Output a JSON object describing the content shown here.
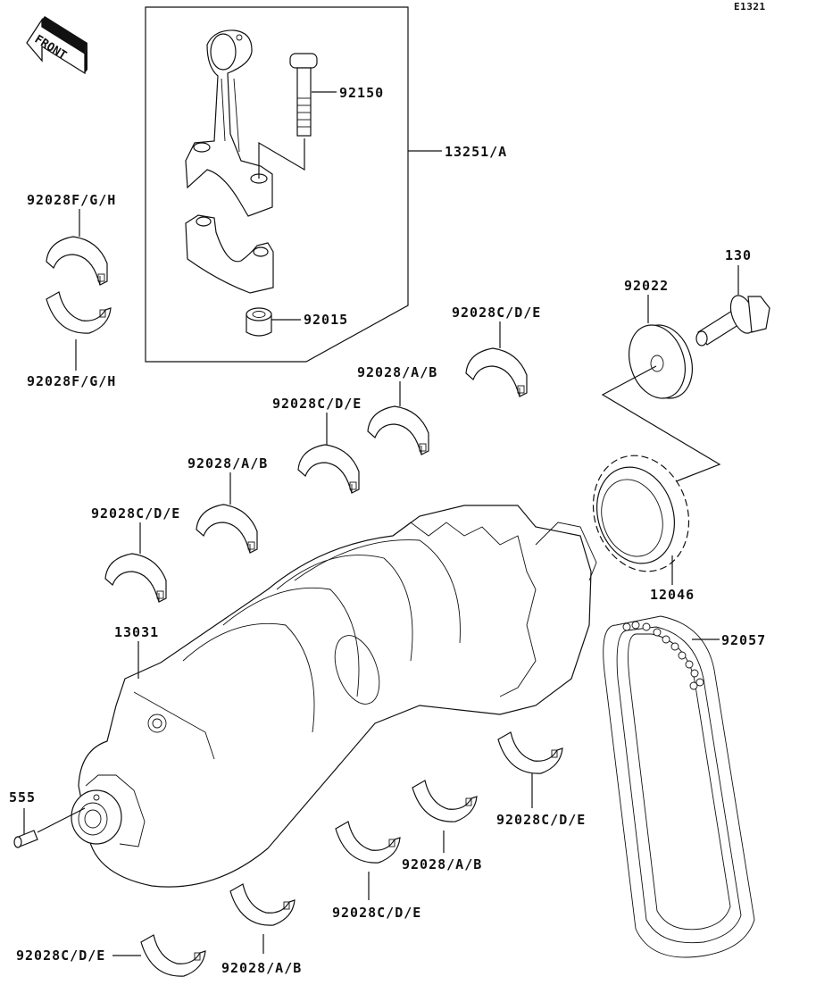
{
  "diagram": {
    "code": "E1321",
    "front_label": "FRONT",
    "callouts": {
      "conrod_assy": "13251/A",
      "conrod_bolt": "92150",
      "conrod_nut": "92015",
      "conrod_bearing_upper": "92028F/G/H",
      "conrod_bearing_lower": "92028F/G/H",
      "main_bearing_1": "92028C/D/E",
      "main_bearing_2": "92028/A/B",
      "main_bearing_3": "92028C/D/E",
      "main_bearing_4": "92028/A/B",
      "main_bearing_5": "92028C/D/E",
      "washer": "92022",
      "bolt": "130",
      "sprocket": "12046",
      "chain": "92057",
      "crankshaft": "13031",
      "pin": "555",
      "lower_bearing_1": "92028C/D/E",
      "lower_bearing_2": "92028/A/B",
      "lower_bearing_3": "92028C/D/E",
      "lower_bearing_4": "92028/A/B",
      "lower_bearing_5": "92028C/D/E"
    }
  }
}
